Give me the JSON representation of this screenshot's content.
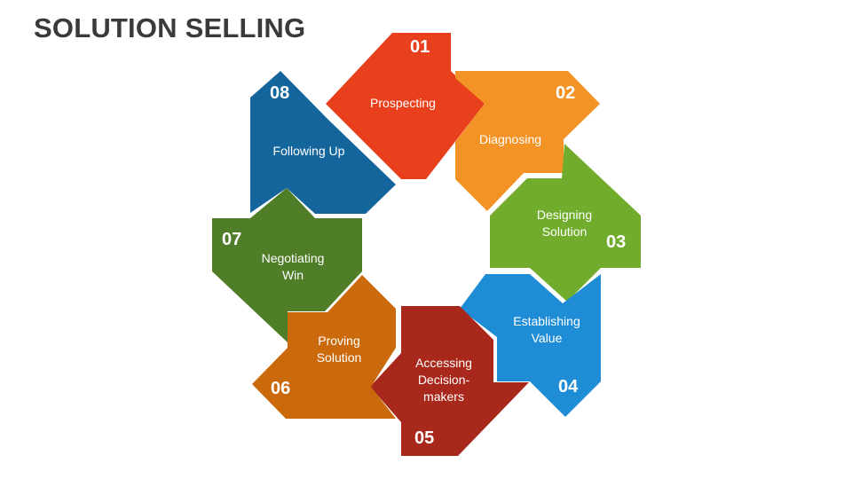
{
  "title": "SOLUTION SELLING",
  "steps": [
    {
      "number": "01",
      "label_lines": [
        "Prospecting"
      ],
      "color": "#e8401c"
    },
    {
      "number": "02",
      "label_lines": [
        "Diagnosing"
      ],
      "color": "#f39325"
    },
    {
      "number": "03",
      "label_lines": [
        "Designing",
        "Solution"
      ],
      "color": "#72ac2d"
    },
    {
      "number": "04",
      "label_lines": [
        "Establishing",
        "Value"
      ],
      "color": "#1f8dd6"
    },
    {
      "number": "05",
      "label_lines": [
        "Accessing",
        "Decision-",
        "makers"
      ],
      "color": "#a8281b"
    },
    {
      "number": "06",
      "label_lines": [
        "Proving",
        "Solution"
      ],
      "color": "#cb6a0c"
    },
    {
      "number": "07",
      "label_lines": [
        "Negotiating",
        "Win"
      ],
      "color": "#4f7d28"
    },
    {
      "number": "08",
      "label_lines": [
        "Following Up"
      ],
      "color": "#14659c"
    }
  ]
}
